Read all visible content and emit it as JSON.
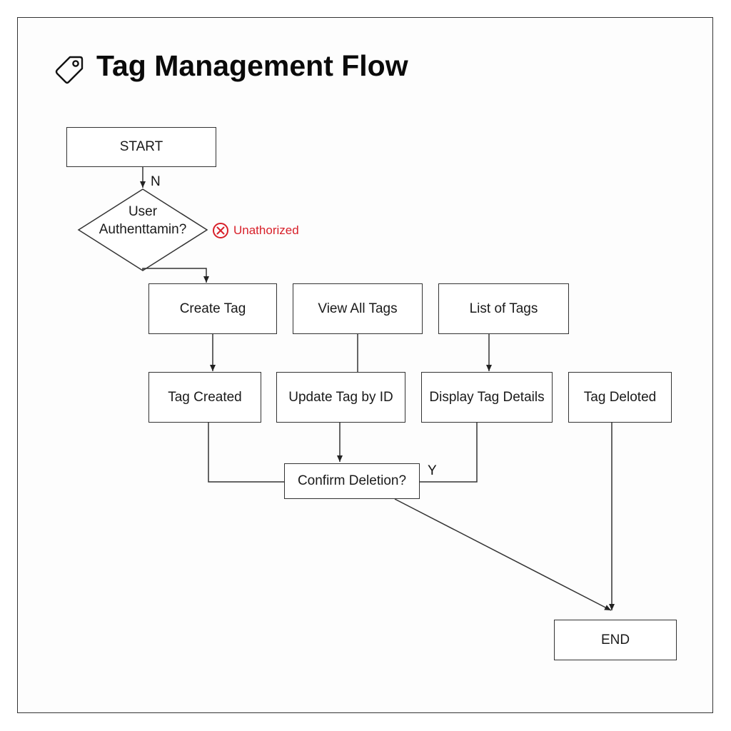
{
  "title": "Tag Management Flow",
  "icons": {
    "title_icon": "tag-icon",
    "error_icon": "circle-x-icon"
  },
  "colors": {
    "error": "#d8202a",
    "stroke": "#333333"
  },
  "nodes": {
    "start": "START",
    "decision_line1": "User",
    "decision_line2": "Authenttamin?",
    "unauthorized": "Unathorized",
    "create_tag": "Create Tag",
    "view_all_tags": "View All Tags",
    "list_of_tags": "List of Tags",
    "tag_created": "Tag Created",
    "update_tag": "Update Tag by ID",
    "display_details": "Display Tag Details",
    "tag_deleted": "Tag Deloted",
    "confirm_deletion": "Confirm Deletion?",
    "end": "END"
  },
  "edge_labels": {
    "n": "N",
    "y": "Y"
  }
}
